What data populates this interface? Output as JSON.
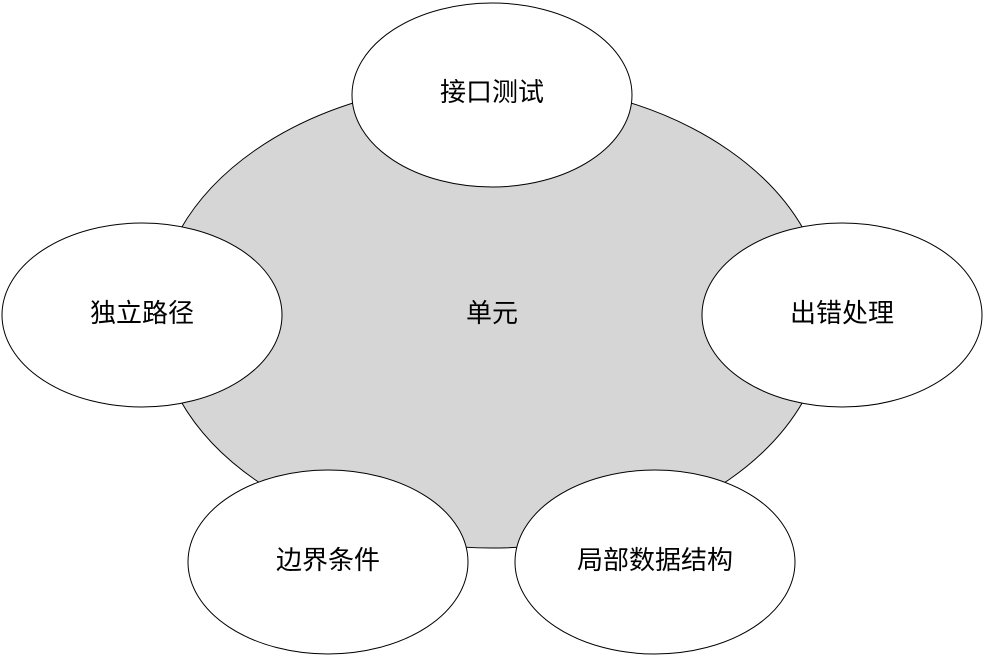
{
  "diagram": {
    "center": {
      "label": "单元",
      "fill": "#d6d6d6"
    },
    "nodes": [
      {
        "id": "interface-test",
        "label": "接口测试"
      },
      {
        "id": "error-handling",
        "label": "出错处理"
      },
      {
        "id": "local-data-structure",
        "label": "局部数据结构"
      },
      {
        "id": "boundary-condition",
        "label": "边界条件"
      },
      {
        "id": "independent-path",
        "label": "独立路径"
      }
    ],
    "colors": {
      "satellite_fill": "#ffffff",
      "stroke": "#000000"
    }
  }
}
